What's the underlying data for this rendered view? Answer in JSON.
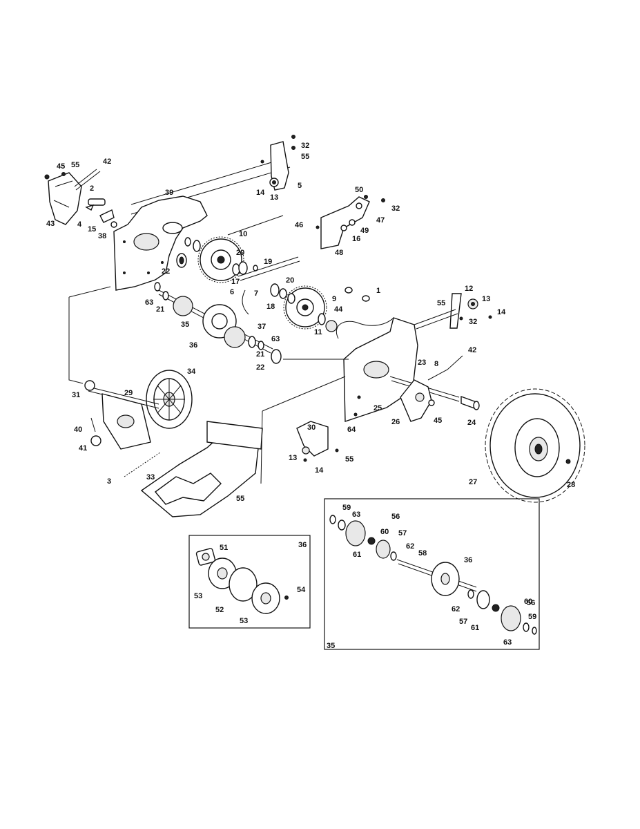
{
  "diagram": {
    "callouts": [
      {
        "id": "c1",
        "text": "45"
      },
      {
        "id": "c2",
        "text": "55"
      },
      {
        "id": "c3",
        "text": "42"
      },
      {
        "id": "c4",
        "text": "2"
      },
      {
        "id": "c5",
        "text": "43"
      },
      {
        "id": "c6",
        "text": "4"
      },
      {
        "id": "c7",
        "text": "15"
      },
      {
        "id": "c8",
        "text": "38"
      },
      {
        "id": "c9",
        "text": "39"
      },
      {
        "id": "c10",
        "text": "32"
      },
      {
        "id": "c11",
        "text": "55"
      },
      {
        "id": "c12",
        "text": "5"
      },
      {
        "id": "c13",
        "text": "14"
      },
      {
        "id": "c14",
        "text": "13"
      },
      {
        "id": "c15",
        "text": "50"
      },
      {
        "id": "c16",
        "text": "32"
      },
      {
        "id": "c17",
        "text": "47"
      },
      {
        "id": "c18",
        "text": "46"
      },
      {
        "id": "c19",
        "text": "49"
      },
      {
        "id": "c20",
        "text": "16"
      },
      {
        "id": "c21",
        "text": "48"
      },
      {
        "id": "c22",
        "text": "10"
      },
      {
        "id": "c23",
        "text": "20"
      },
      {
        "id": "c24",
        "text": "19"
      },
      {
        "id": "c25",
        "text": "22"
      },
      {
        "id": "c26",
        "text": "17"
      },
      {
        "id": "c27",
        "text": "6"
      },
      {
        "id": "c28",
        "text": "7"
      },
      {
        "id": "c29",
        "text": "20"
      },
      {
        "id": "c30",
        "text": "18"
      },
      {
        "id": "c31",
        "text": "63"
      },
      {
        "id": "c32",
        "text": "21"
      },
      {
        "id": "c33",
        "text": "35"
      },
      {
        "id": "c34",
        "text": "37"
      },
      {
        "id": "c35",
        "text": "36"
      },
      {
        "id": "c36",
        "text": "63"
      },
      {
        "id": "c37",
        "text": "21"
      },
      {
        "id": "c38",
        "text": "22"
      },
      {
        "id": "c39",
        "text": "9"
      },
      {
        "id": "c40",
        "text": "1"
      },
      {
        "id": "c41",
        "text": "44"
      },
      {
        "id": "c42",
        "text": "11"
      },
      {
        "id": "c43",
        "text": "12"
      },
      {
        "id": "c44",
        "text": "55"
      },
      {
        "id": "c45",
        "text": "13"
      },
      {
        "id": "c46",
        "text": "32"
      },
      {
        "id": "c47",
        "text": "14"
      },
      {
        "id": "c48",
        "text": "42"
      },
      {
        "id": "c49",
        "text": "23"
      },
      {
        "id": "c50",
        "text": "8"
      },
      {
        "id": "c51",
        "text": "34"
      },
      {
        "id": "c52",
        "text": "31"
      },
      {
        "id": "c53",
        "text": "29"
      },
      {
        "id": "c54",
        "text": "40"
      },
      {
        "id": "c55",
        "text": "41"
      },
      {
        "id": "c56",
        "text": "3"
      },
      {
        "id": "c57",
        "text": "33"
      },
      {
        "id": "c58",
        "text": "55"
      },
      {
        "id": "c59",
        "text": "30"
      },
      {
        "id": "c60",
        "text": "13"
      },
      {
        "id": "c61",
        "text": "14"
      },
      {
        "id": "c62",
        "text": "55"
      },
      {
        "id": "c63",
        "text": "25"
      },
      {
        "id": "c64",
        "text": "64"
      },
      {
        "id": "c65",
        "text": "26"
      },
      {
        "id": "c66",
        "text": "45"
      },
      {
        "id": "c67",
        "text": "24"
      },
      {
        "id": "c68",
        "text": "27"
      },
      {
        "id": "c69",
        "text": "28"
      },
      {
        "id": "c70",
        "text": "51"
      },
      {
        "id": "c71",
        "text": "36"
      },
      {
        "id": "c72",
        "text": "53"
      },
      {
        "id": "c73",
        "text": "52"
      },
      {
        "id": "c74",
        "text": "54"
      },
      {
        "id": "c75",
        "text": "53"
      },
      {
        "id": "c76",
        "text": "59"
      },
      {
        "id": "c77",
        "text": "63"
      },
      {
        "id": "c78",
        "text": "56"
      },
      {
        "id": "c79",
        "text": "60"
      },
      {
        "id": "c80",
        "text": "57"
      },
      {
        "id": "c81",
        "text": "61"
      },
      {
        "id": "c82",
        "text": "62"
      },
      {
        "id": "c83",
        "text": "58"
      },
      {
        "id": "c84",
        "text": "36"
      },
      {
        "id": "c85",
        "text": "62"
      },
      {
        "id": "c86",
        "text": "60"
      },
      {
        "id": "c87",
        "text": "56"
      },
      {
        "id": "c88",
        "text": "57"
      },
      {
        "id": "c89",
        "text": "61"
      },
      {
        "id": "c90",
        "text": "59"
      },
      {
        "id": "c91",
        "text": "63"
      },
      {
        "id": "c92",
        "text": "35"
      }
    ]
  }
}
